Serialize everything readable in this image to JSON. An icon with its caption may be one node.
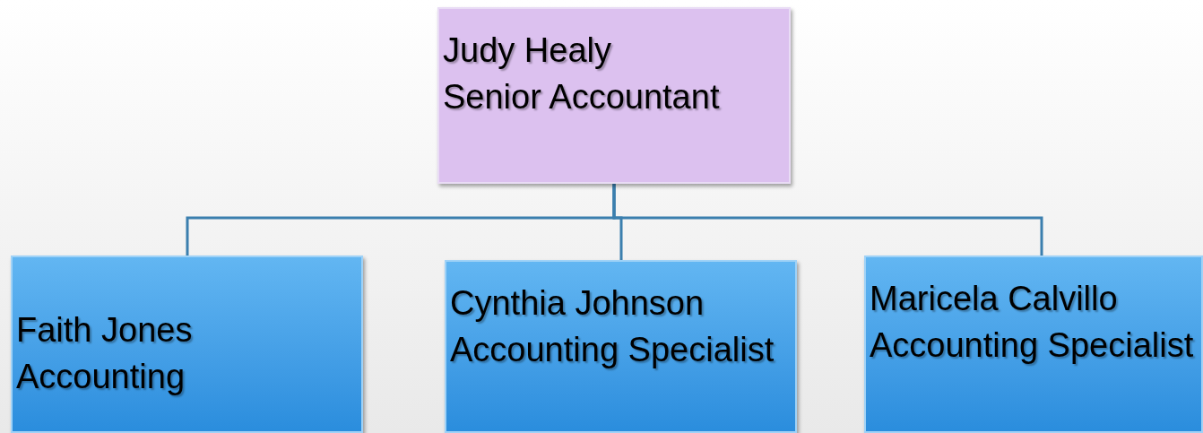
{
  "diagram": {
    "nodes": [
      {
        "text": [
          "Judy Healy",
          "Senior Accountant"
        ]
      },
      {
        "text": [
          "Faith Jones",
          "Accounting"
        ]
      },
      {
        "text": [
          "Cynthia Johnson",
          "Accounting Specialist"
        ]
      },
      {
        "text": [
          "Maricela Calvillo",
          "Accounting Specialist"
        ]
      }
    ],
    "edges": [
      {
        "from": 0,
        "to": 1,
        "arrow": "none"
      },
      {
        "from": 0,
        "to": 2,
        "arrow": "none"
      },
      {
        "from": 0,
        "to": 3,
        "arrow": "none"
      }
    ]
  }
}
